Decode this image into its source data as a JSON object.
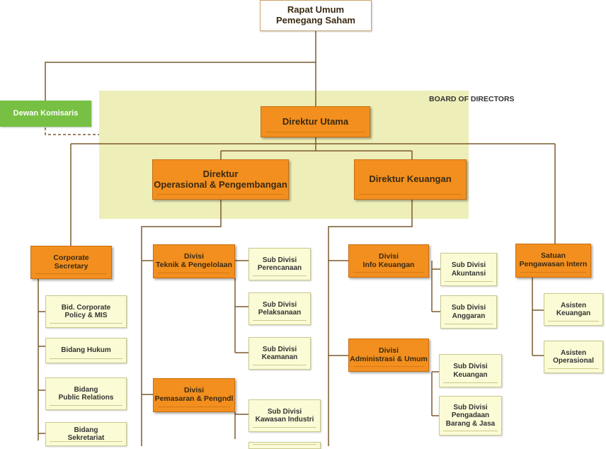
{
  "board_label": "BOARD OF DIRECTORS",
  "nodes": {
    "rups": "Rapat Umum\nPemegang Saham",
    "dewan": "Dewan Komisaris",
    "dirut": "Direktur Utama",
    "dir_ops": "Direktur\nOperasional & Pengembangan",
    "dir_keu": "Direktur Keuangan",
    "corp_sec": "Corporate\nSecretary",
    "bid_cp": "Bid. Corporate\nPolicy & MIS",
    "bid_hukum": "Bidang Hukum",
    "bid_pr": "Bidang\nPublic Relations",
    "bid_sek": "Bidang\nSekretariat",
    "div_teknik": "Divisi\nTeknik & Pengelolaan",
    "sub_perencanaan": "Sub Divisi\nPerencanaan",
    "sub_pelaksanaan": "Sub Divisi\nPelaksanaan",
    "sub_keamanan": "Sub Divisi\nKeamanan",
    "div_pemasaran": "Divisi\nPemasaran & Pengndl",
    "sub_kawasan": "Sub Divisi\nKawasan Industri",
    "div_info": "Divisi\nInfo Keuangan",
    "sub_akuntansi": "Sub Divisi\nAkuntansi",
    "sub_anggaran": "Sub Divisi\nAnggaran",
    "div_adm": "Divisi\nAdministrasi & Umum",
    "sub_keuangan": "Sub Divisi\nKeuangan",
    "sub_pengadaan": "Sub Divisi\nPengadaan\nBarang & Jasa",
    "spi": "Satuan\nPengawasan Intern",
    "asisten_keu": "Asisten\nKeuangan",
    "asisten_ops": "Asisten\nOperasional"
  },
  "colors": {
    "orange": "#f28f1e",
    "light": "#fbfbd6",
    "green": "#77c043",
    "board": "#eeeeb9",
    "line": "#7a5a2e"
  }
}
